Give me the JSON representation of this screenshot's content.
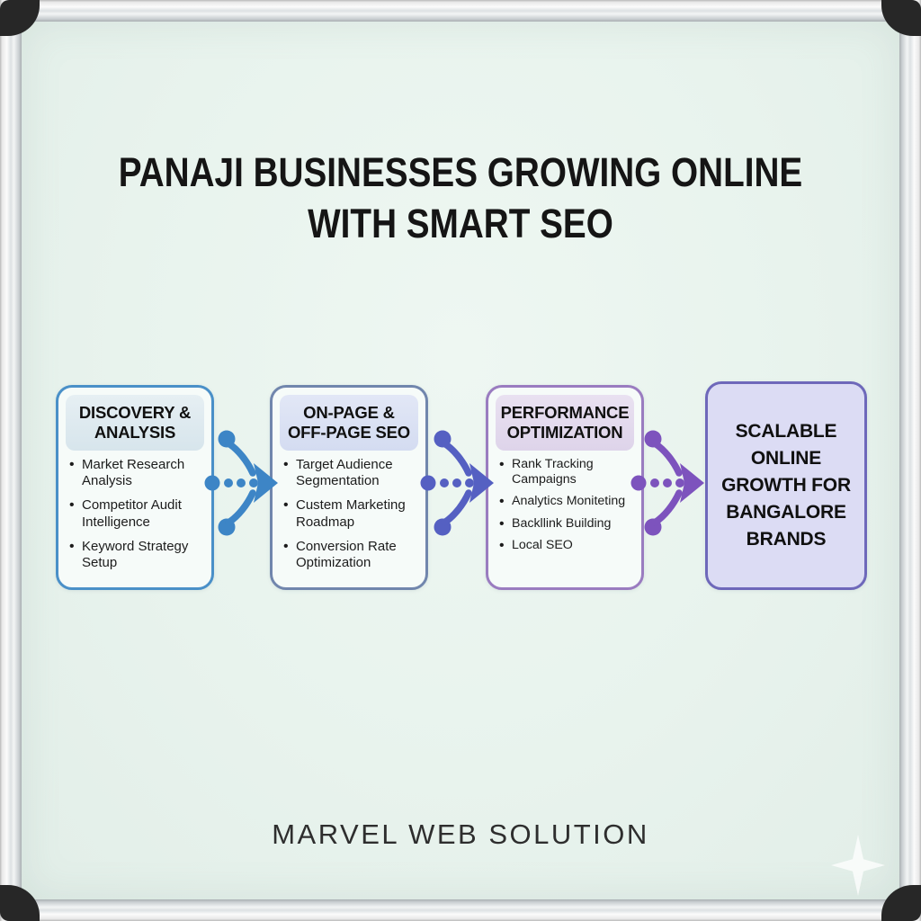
{
  "title": {
    "line1": "PANAJI BUSINESSES GROWING ONLINE",
    "line2": "WITH SMART SEO"
  },
  "flow": {
    "boxes": [
      {
        "heading": "DISCOVERY & ANALYSIS",
        "items": [
          "Market Research Analysis",
          "Competitor Audit Intelligence",
          "Keyword Strategy Setup"
        ],
        "border_color": "#4a90c8",
        "header_bg": "#dce8ee"
      },
      {
        "heading": "ON-PAGE & OFF-PAGE SEO",
        "items": [
          "Target Audience Segmentation",
          "Custem Marketing Roadmap",
          "Conversion Rate Optimization"
        ],
        "border_color": "#7186ad",
        "header_bg": "#dae1f3"
      },
      {
        "heading": "PERFORMANCE OPTIMIZATION",
        "items": [
          "Rank Tracking Campaigns",
          "Analytics Moniteting",
          "Backllink Building",
          "Local SEO"
        ],
        "border_color": "#9a7cc0",
        "header_bg": "#e4dcee"
      },
      {
        "heading": "SCALABLE ONLINE GROWTH FOR BANGALORE BRANDS",
        "items": [],
        "border_color": "#6e68ba",
        "box_bg": "#dcdcf4"
      }
    ],
    "connectors": [
      {
        "name": "arrow-1",
        "color": "#3d85c6"
      },
      {
        "name": "arrow-2",
        "color": "#5560c2"
      },
      {
        "name": "arrow-3",
        "color": "#7d53bd"
      }
    ]
  },
  "footer": {
    "brand": "MARVEL WEB SOLUTION"
  },
  "colors": {
    "board_bg": "#e8f3ed",
    "frame_metal": "#dde1e3",
    "corner_caps": "#272727",
    "title_text": "#151515",
    "body_text": "#1c1c1c"
  }
}
